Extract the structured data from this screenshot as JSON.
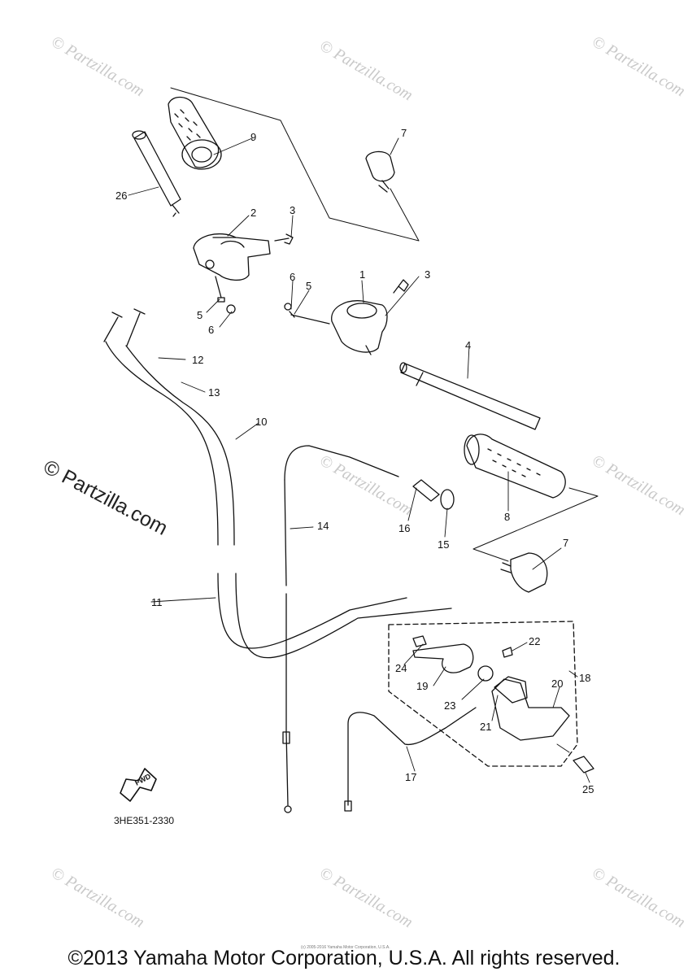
{
  "watermarks": {
    "small": "© Partzilla.com",
    "large": "© Partzilla.com"
  },
  "diagram": {
    "part_code": "3HE351-2330",
    "fwd_label": "FWD",
    "labels": [
      {
        "id": "l9",
        "text": "9"
      },
      {
        "id": "l7a",
        "text": "7"
      },
      {
        "id": "l26",
        "text": "26"
      },
      {
        "id": "l2",
        "text": "2"
      },
      {
        "id": "l3a",
        "text": "3"
      },
      {
        "id": "l1",
        "text": "1"
      },
      {
        "id": "l3b",
        "text": "3"
      },
      {
        "id": "l6a",
        "text": "6"
      },
      {
        "id": "l5a",
        "text": "5"
      },
      {
        "id": "l5b",
        "text": "5"
      },
      {
        "id": "l6b",
        "text": "6"
      },
      {
        "id": "l12",
        "text": "12"
      },
      {
        "id": "l13",
        "text": "13"
      },
      {
        "id": "l4",
        "text": "4"
      },
      {
        "id": "l10",
        "text": "10"
      },
      {
        "id": "l14",
        "text": "14"
      },
      {
        "id": "l16",
        "text": "16"
      },
      {
        "id": "l15",
        "text": "15"
      },
      {
        "id": "l8",
        "text": "8"
      },
      {
        "id": "l7b",
        "text": "7"
      },
      {
        "id": "l11",
        "text": "11"
      },
      {
        "id": "l22",
        "text": "22"
      },
      {
        "id": "l18",
        "text": "18"
      },
      {
        "id": "l24",
        "text": "24"
      },
      {
        "id": "l20",
        "text": "20"
      },
      {
        "id": "l19",
        "text": "19"
      },
      {
        "id": "l23",
        "text": "23"
      },
      {
        "id": "l21",
        "text": "21"
      },
      {
        "id": "l17",
        "text": "17"
      },
      {
        "id": "l25",
        "text": "25"
      }
    ]
  },
  "footer": {
    "tiny_notice": "(c) 2005-2016 Yamaha Motor Corporation, U.S.A.",
    "copyright": "©2013 Yamaha Motor Corporation, U.S.A. All rights reserved."
  }
}
